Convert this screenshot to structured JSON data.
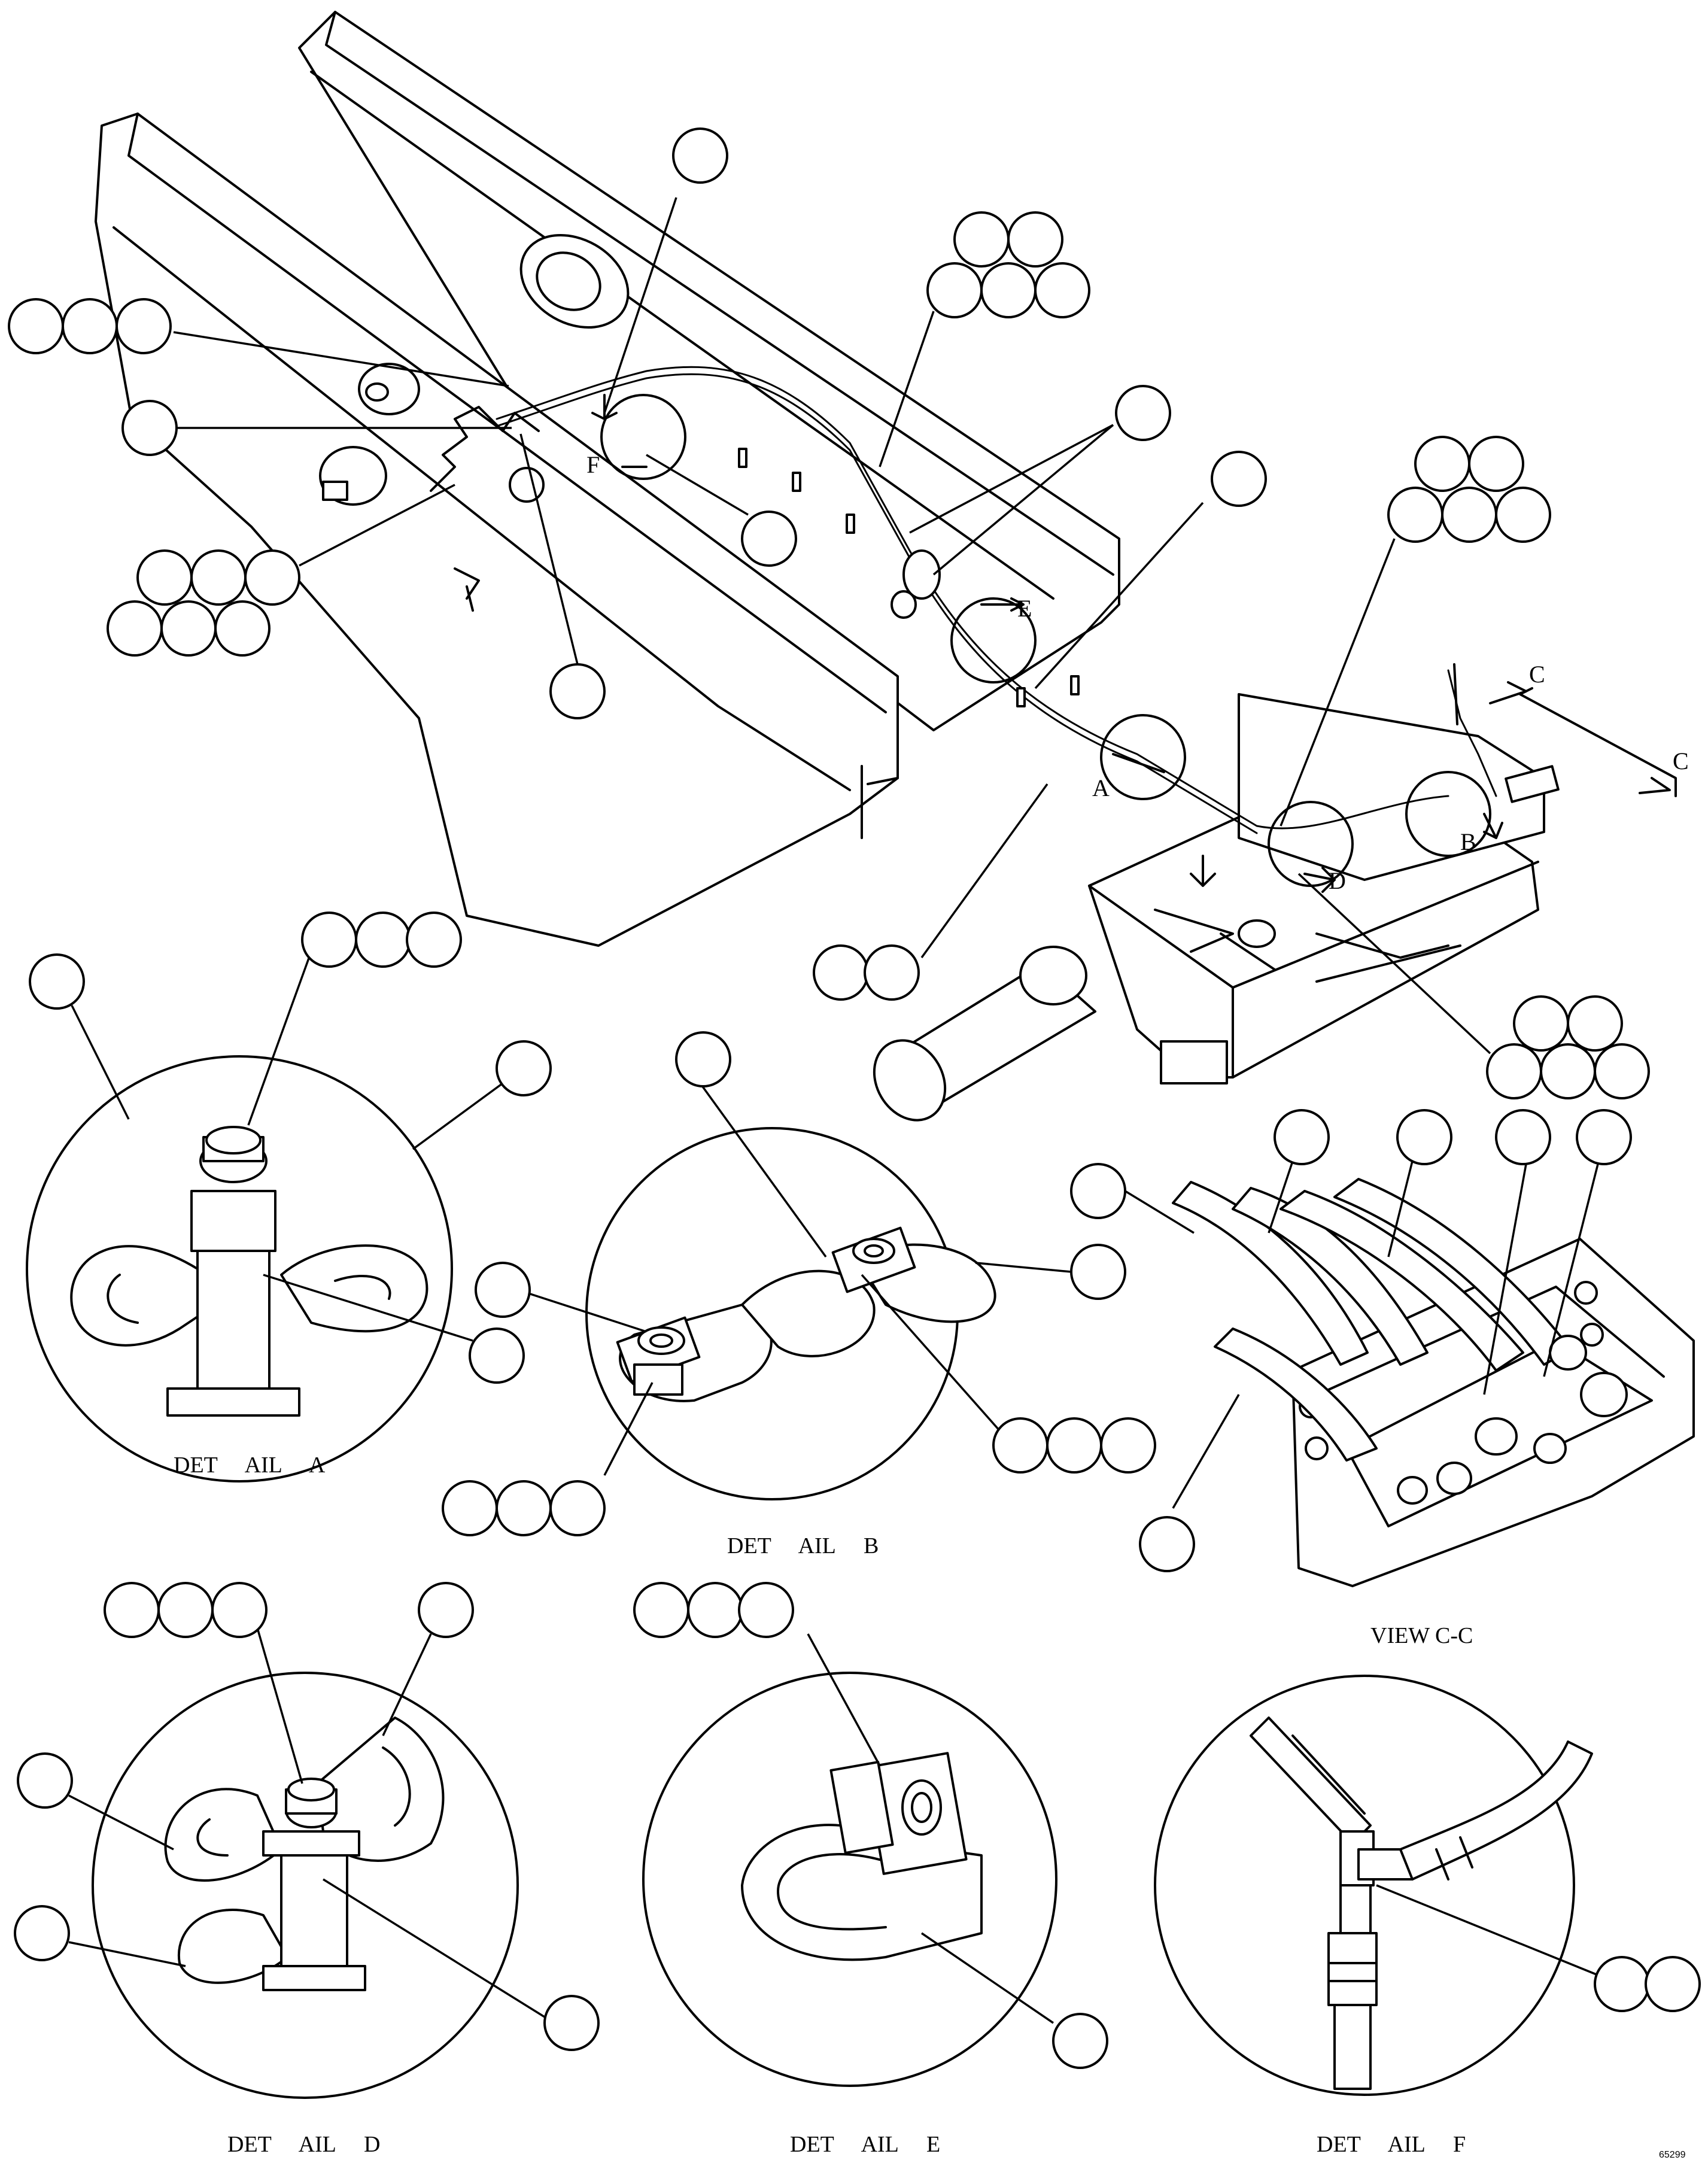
{
  "views": {
    "detail_a": {
      "caption": "DET     AIL     A"
    },
    "detail_b": {
      "caption": "DET     AIL     B"
    },
    "detail_d": {
      "caption": "DET     AIL     D"
    },
    "detail_e": {
      "caption": "DET     AIL     E"
    },
    "detail_f": {
      "caption": "DET     AIL     F"
    },
    "view_cc": {
      "caption": "VIEW C-C"
    }
  },
  "view_markers": {
    "a": "A",
    "b": "B",
    "c1": "C",
    "c2": "C",
    "d": "D",
    "e": "E",
    "f": "F"
  },
  "drawing_number": "65299"
}
